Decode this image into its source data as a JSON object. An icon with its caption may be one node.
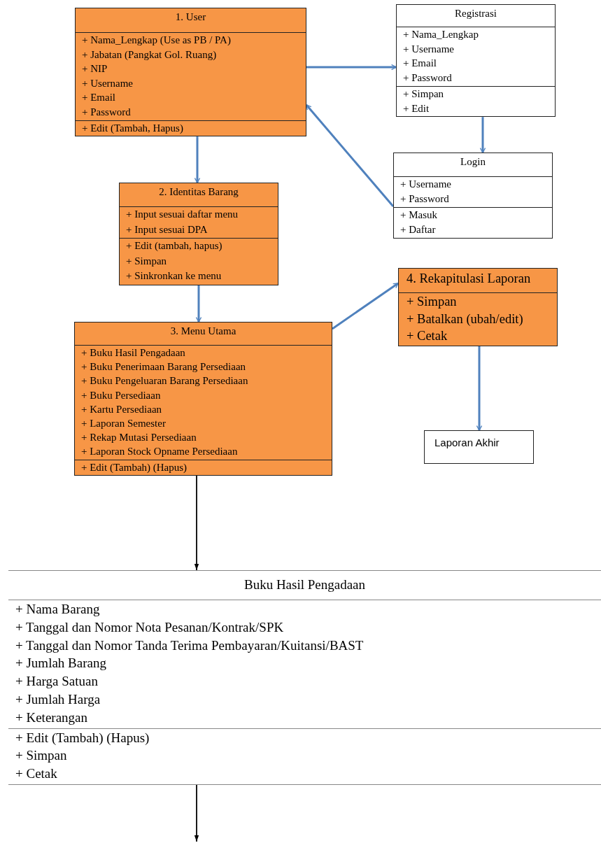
{
  "diagram": {
    "nodes": [
      {
        "text": [
          "1. User",
          "+ Nama_Lengkap (Use as PB / PA)",
          "+ Jabatan (Pangkat Gol. Ruang)",
          "+ NIP",
          "+ Username",
          "+ Email",
          "+ Password",
          "+ Edit (Tambah, Hapus)"
        ]
      },
      {
        "text": [
          "Registrasi",
          "+ Nama_Lengkap",
          "+ Username",
          "+ Email",
          "+ Password",
          "+ Simpan",
          "+ Edit"
        ]
      },
      {
        "text": [
          "Login",
          "+ Username",
          "+ Password",
          "+ Masuk",
          "+ Daftar"
        ]
      },
      {
        "text": [
          "2. Identitas Barang",
          "+ Input sesuai daftar menu",
          "+ Input sesuai DPA",
          "+ Edit (tambah, hapus)",
          "+ Simpan",
          "+ Sinkronkan ke menu"
        ]
      },
      {
        "text": [
          "3. Menu Utama",
          "+ Buku Hasil Pengadaan",
          "+ Buku Penerimaan Barang Persediaan",
          "+ Buku Pengeluaran Barang Persediaan",
          "+ Buku Persediaan",
          "+ Kartu Persediaan",
          "+ Laporan Semester",
          "+ Rekap Mutasi Persediaan",
          "+ Laporan Stock Opname Persediaan",
          "+ Edit (Tambah) (Hapus)"
        ]
      },
      {
        "text": [
          "4. Rekapitulasi Laporan",
          "+ Simpan",
          "+ Batalkan (ubah/edit)",
          "+ Cetak"
        ]
      },
      {
        "text": [
          "Laporan Akhir"
        ]
      },
      {
        "text": [
          "Buku Hasil Pengadaan",
          "+ Nama Barang",
          "+ Tanggal dan Nomor Nota Pesanan/Kontrak/SPK",
          "+ Tanggal dan Nomor Tanda Terima Pembayaran/Kuitansi/BAST",
          "+ Jumlah Barang",
          "+ Harga Satuan",
          "+ Jumlah Harga",
          "+ Keterangan",
          "+ Edit (Tambah) (Hapus)",
          "+ Simpan",
          "+ Cetak"
        ]
      }
    ],
    "edges": [
      {
        "from": 0,
        "to": 1,
        "arrow": "to"
      },
      {
        "from": 1,
        "to": 2,
        "arrow": "to"
      },
      {
        "from": 2,
        "to": 0,
        "arrow": "to"
      },
      {
        "from": 0,
        "to": 3,
        "arrow": "to"
      },
      {
        "from": 3,
        "to": 4,
        "arrow": "to"
      },
      {
        "from": 4,
        "to": 5,
        "arrow": "to"
      },
      {
        "from": 5,
        "to": 6,
        "arrow": "to"
      },
      {
        "from": 4,
        "to": 7,
        "arrow": "to",
        "color": "#000000"
      },
      {
        "from": 7,
        "to": null,
        "arrow": "to",
        "color": "#000000"
      }
    ]
  }
}
